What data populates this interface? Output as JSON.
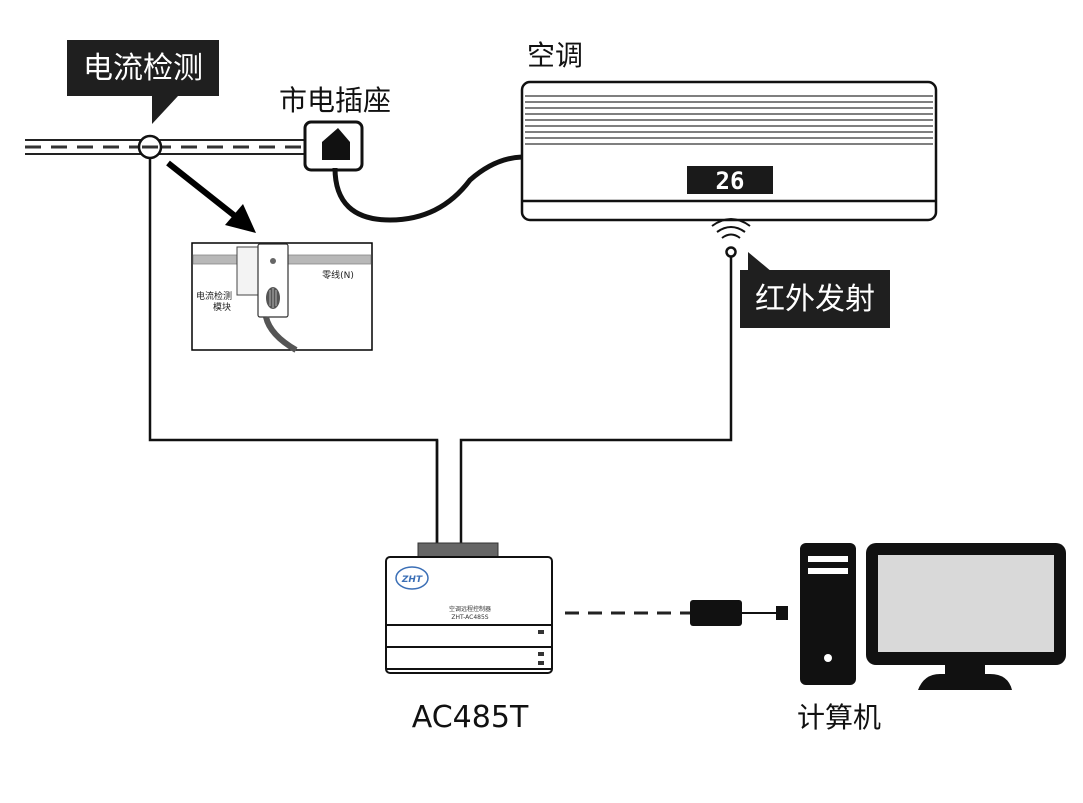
{
  "labels": {
    "current_detection": "电流检测",
    "mains_socket": "市电插座",
    "air_conditioner": "空调",
    "ac_display": "26",
    "ir_emitter": "红外发射",
    "controller_model": "AC485T",
    "computer": "计算机"
  },
  "inset": {
    "module_label_line1": "电流检测",
    "module_label_line2": "模块",
    "neutral_wire": "零线(N)"
  },
  "device": {
    "name_line1": "空调远程控制器",
    "name_line2": "ZHT-AC485S",
    "logo": "ZHT"
  }
}
